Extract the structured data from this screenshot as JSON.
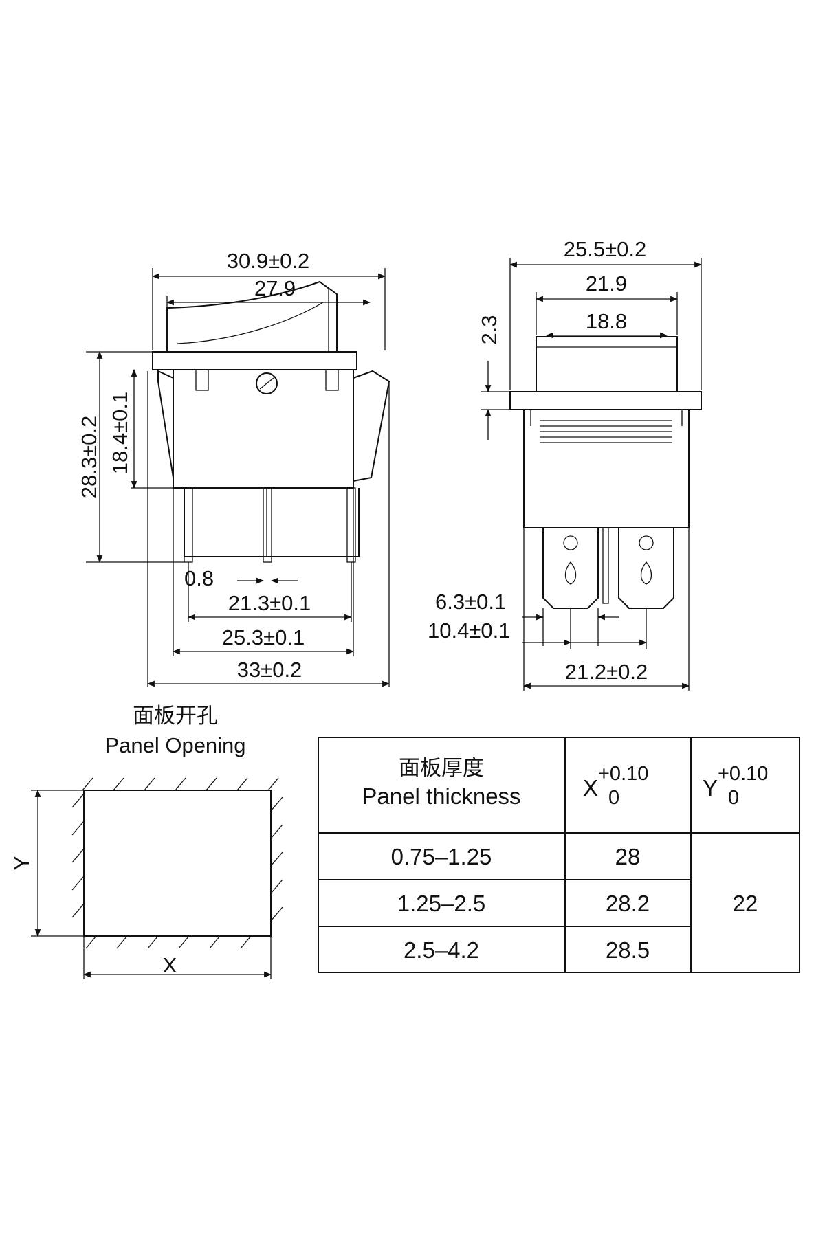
{
  "front_view": {
    "dim_overall_width": "30.9±0.2",
    "dim_rocker_width": "27.9",
    "dim_total_height": "28.3±0.2",
    "dim_body_height": "18.4±0.1",
    "dim_terminal_thickness": "0.8",
    "dim_terminal_pitch": "21.3±0.1",
    "dim_body_width": "25.3±0.1",
    "dim_clip_width": "33±0.2"
  },
  "side_view": {
    "dim_flange_width": "25.5±0.2",
    "dim_rocker_width": "21.9",
    "dim_rocker_top": "18.8",
    "dim_flange_thickness": "2.3",
    "dim_terminal_width": "6.3±0.1",
    "dim_terminal_pitch": "10.4±0.1",
    "dim_body_width": "21.2±0.2"
  },
  "panel_opening": {
    "title_cn": "面板开孔",
    "title_en": "Panel Opening",
    "label_x": "X",
    "label_y": "Y"
  },
  "table": {
    "header_cn": "面板厚度",
    "header_en": "Panel thickness",
    "x_header": "X",
    "y_header": "Y",
    "tol_plus": "+0.10",
    "tol_zero": "0",
    "rows": [
      {
        "thickness": "0.75–1.25",
        "x": "28"
      },
      {
        "thickness": "1.25–2.5",
        "x": "28.2"
      },
      {
        "thickness": "2.5–4.2",
        "x": "28.5"
      }
    ],
    "y_value": "22"
  }
}
